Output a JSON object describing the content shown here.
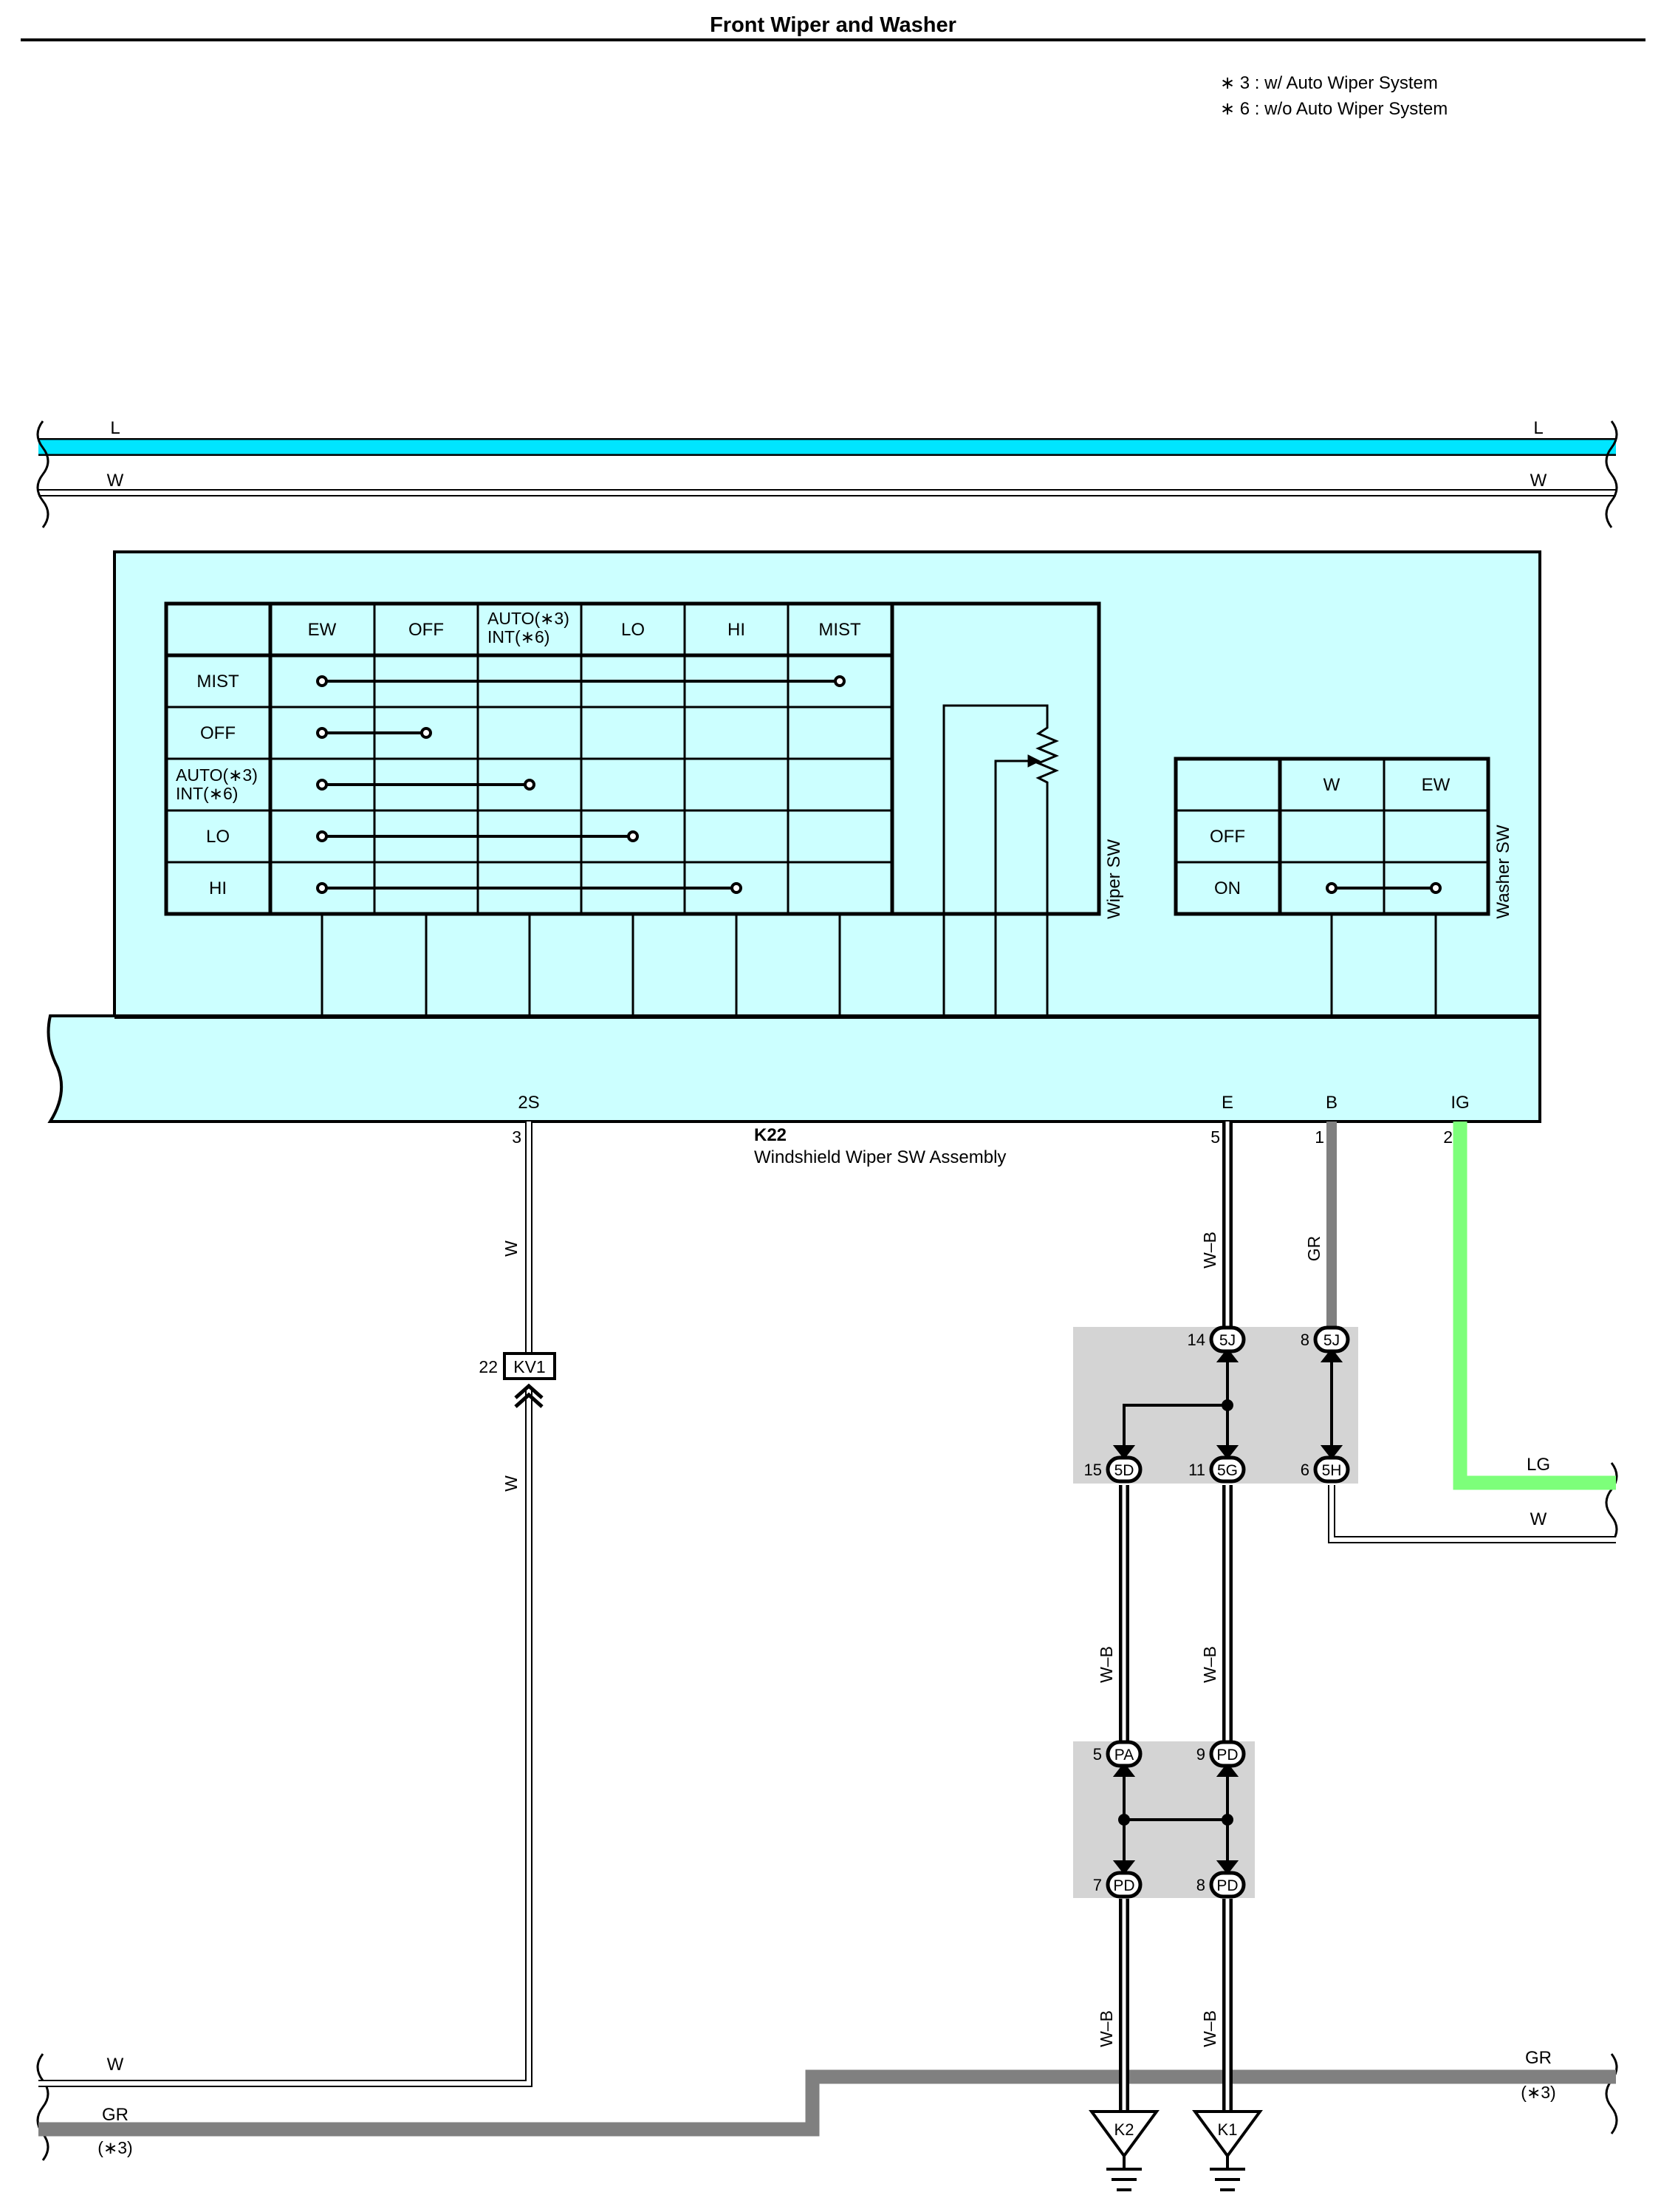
{
  "title": "Front Wiper and Washer",
  "notes": [
    "∗ 3 : w/ Auto Wiper System",
    "∗ 6 : w/o Auto Wiper System"
  ],
  "colors": {
    "L": "#00e5ff",
    "LG": "#7dff7a",
    "GR": "#808080",
    "W": "#ffffff",
    "W_B": "#000000",
    "component_fill": "#ccffff",
    "junction_fill": "#d4d4d4"
  },
  "top_wires": [
    {
      "left_label": "L",
      "right_label": "L",
      "color": "L"
    },
    {
      "left_label": "W",
      "right_label": "W",
      "color": "W"
    }
  ],
  "component": {
    "code": "K22",
    "name": "Windshield Wiper SW Assembly",
    "terminal_names": [
      "2S",
      "E",
      "B",
      "IG"
    ],
    "pin_numbers": [
      "3",
      "5",
      "1",
      "2"
    ]
  },
  "wiper_sw": {
    "label": "Wiper SW",
    "columns": [
      "EW",
      "OFF",
      "AUTO(∗3)",
      "INT(∗6)",
      "LO",
      "HI",
      "MIST"
    ],
    "rows": [
      "MIST",
      "OFF",
      "AUTO(∗3)",
      "INT(∗6)",
      "LO",
      "HI"
    ]
  },
  "washer_sw": {
    "label": "Washer SW",
    "columns": [
      "W",
      "EW"
    ],
    "rows": [
      "OFF",
      "ON"
    ]
  },
  "wire_labels": {
    "w": "W",
    "wb": "W–B",
    "gr": "GR",
    "lg": "LG"
  },
  "connector": {
    "pin": "22",
    "code": "KV1"
  },
  "junction_1": {
    "pins": [
      {
        "num": "14",
        "code": "5J"
      },
      {
        "num": "8",
        "code": "5J"
      },
      {
        "num": "15",
        "code": "5D"
      },
      {
        "num": "11",
        "code": "5G"
      },
      {
        "num": "6",
        "code": "5H"
      }
    ]
  },
  "junction_2": {
    "pins": [
      {
        "num": "5",
        "code": "PA"
      },
      {
        "num": "9",
        "code": "PD"
      },
      {
        "num": "7",
        "code": "PD"
      },
      {
        "num": "8",
        "code": "PD"
      }
    ]
  },
  "grounds": [
    "K2",
    "K1"
  ],
  "bottom_wires": [
    {
      "left_label": "W"
    },
    {
      "left_label": "GR",
      "left_note": "(∗3)",
      "right_label": "GR",
      "right_note": "(∗3)"
    }
  ],
  "right_wires": [
    {
      "label": "LG"
    },
    {
      "label": "W"
    }
  ]
}
